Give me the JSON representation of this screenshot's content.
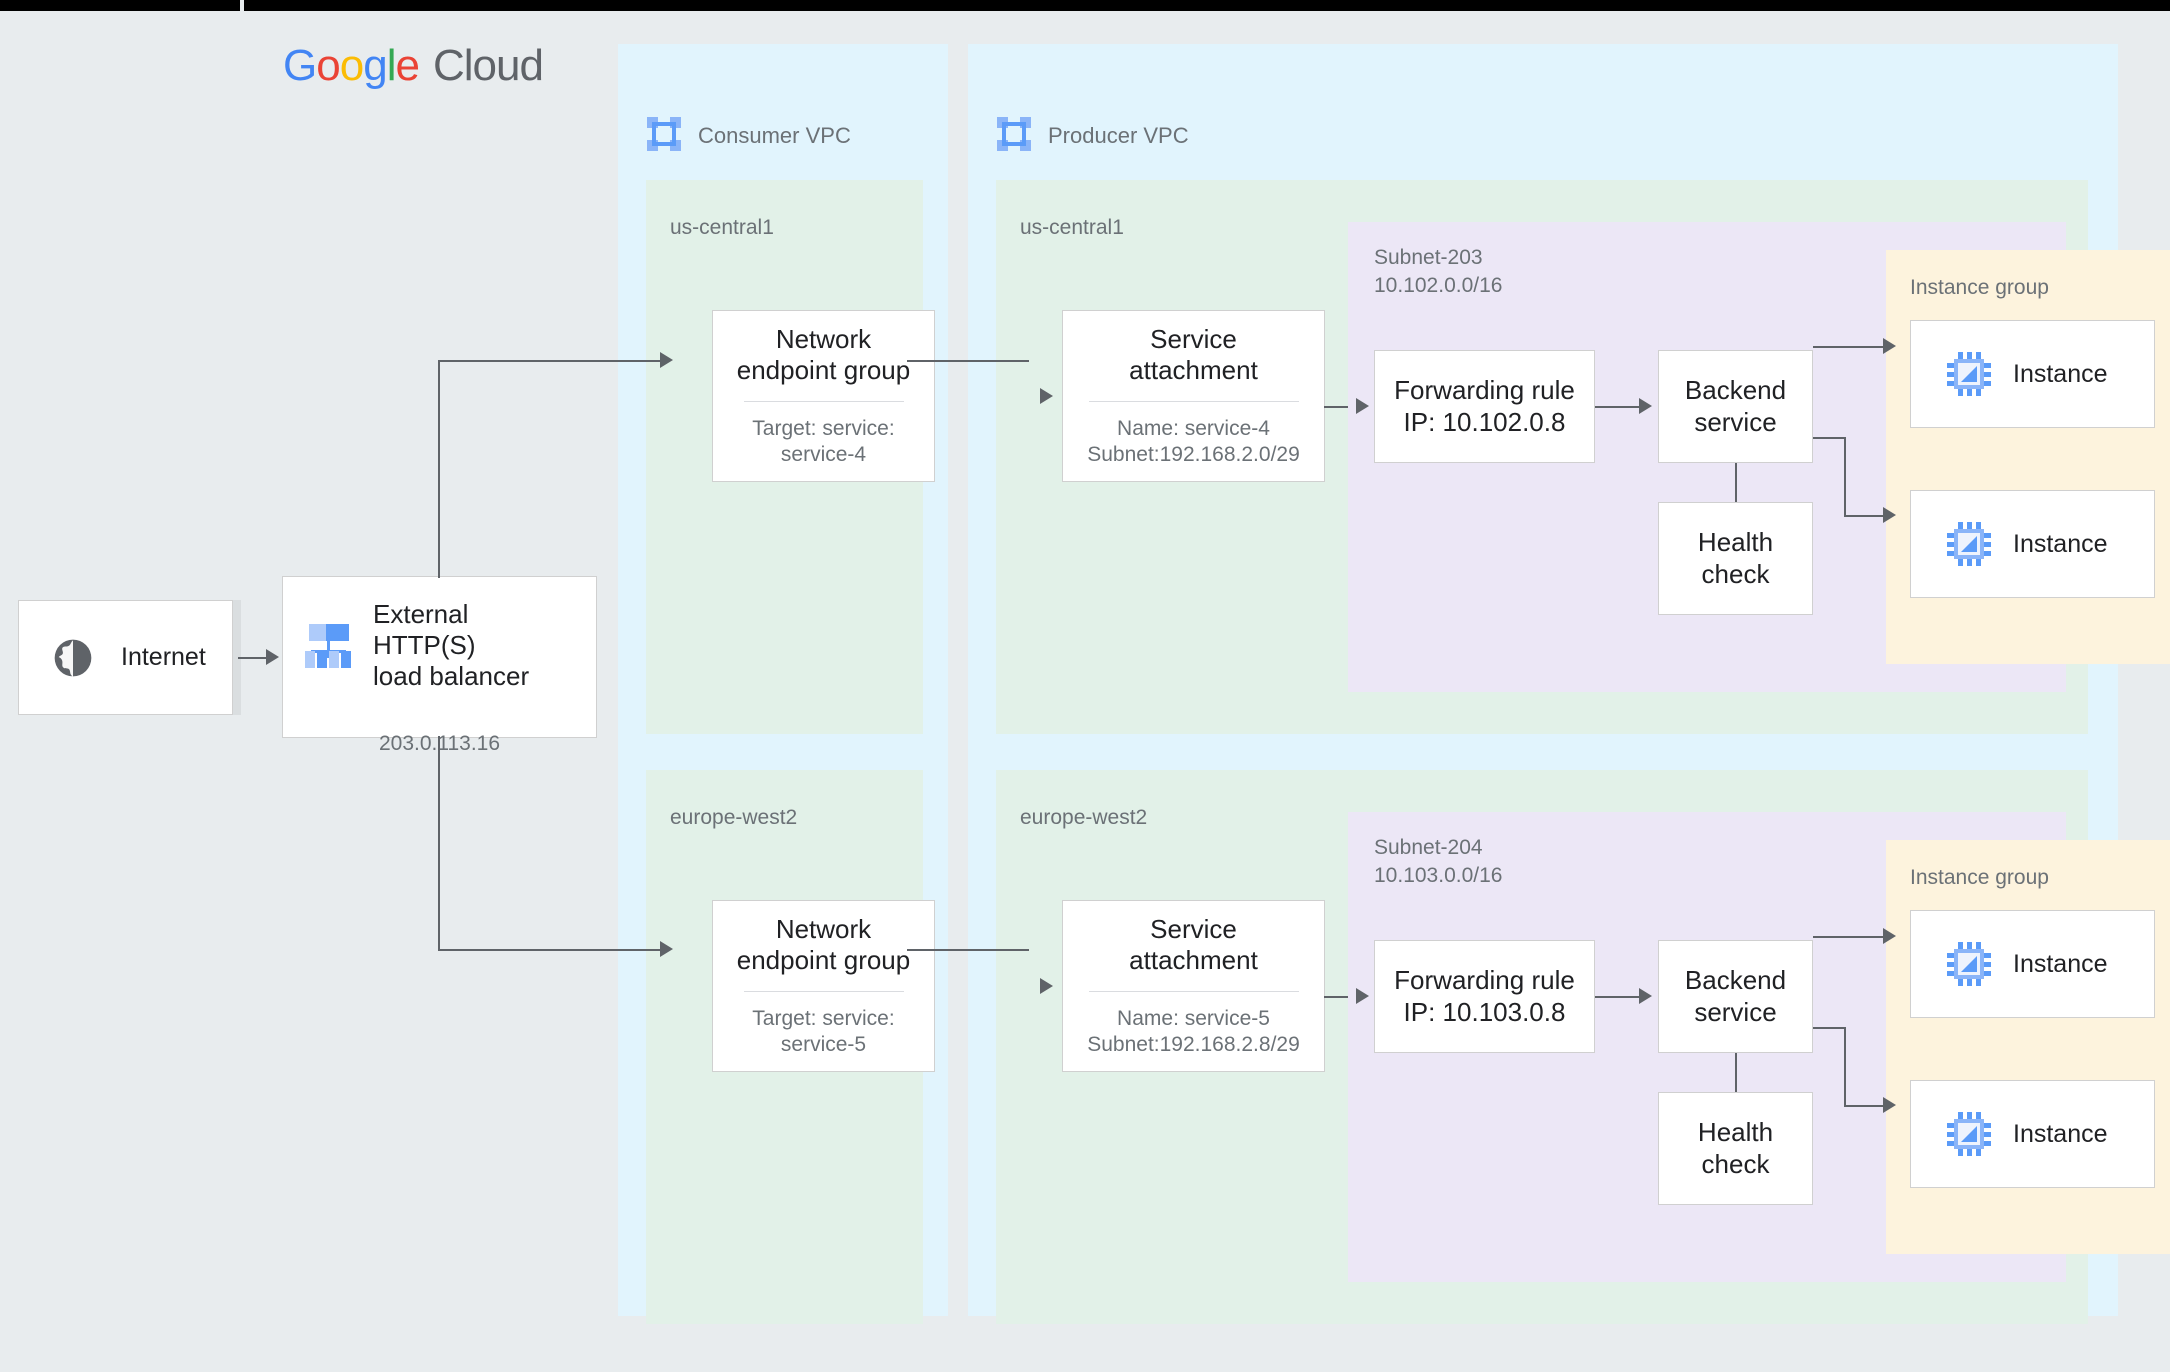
{
  "brand": {
    "g1": "G",
    "g2": "o",
    "g3": "o",
    "g4": "g",
    "g5": "l",
    "g6": "e",
    "word": "Cloud"
  },
  "internet": {
    "label": "Internet",
    "icon": "globe-icon"
  },
  "load_balancer": {
    "title_l1": "External HTTP(S)",
    "title_l2": "load balancer",
    "ip": "203.0.113.16",
    "icon": "load-balancer-icon"
  },
  "consumer_vpc": {
    "label": "Consumer VPC",
    "icon": "vpc-icon",
    "regions": [
      {
        "name": "us-central1",
        "neg": {
          "title_l1": "Network",
          "title_l2": "endpoint group",
          "sub_l1": "Target: service:",
          "sub_l2": "service-4"
        }
      },
      {
        "name": "europe-west2",
        "neg": {
          "title_l1": "Network",
          "title_l2": "endpoint group",
          "sub_l1": "Target: service:",
          "sub_l2": "service-5"
        }
      }
    ]
  },
  "producer_vpc": {
    "label": "Producer VPC",
    "icon": "vpc-icon",
    "regions": [
      {
        "name": "us-central1",
        "service_attachment": {
          "title_l1": "Service",
          "title_l2": "attachment",
          "sub_l1": "Name: service-4",
          "sub_l2": "Subnet:192.168.2.0/29"
        },
        "subnet": {
          "name": "Subnet-203",
          "cidr": "10.102.0.0/16",
          "forwarding_rule": {
            "line1": "Forwarding rule",
            "line2": "IP: 10.102.0.8"
          },
          "backend_service": {
            "line1": "Backend",
            "line2": "service"
          },
          "health_check": {
            "line1": "Health",
            "line2": "check"
          },
          "instance_group": {
            "label": "Instance group",
            "instances": [
              {
                "label": "Instance",
                "icon": "instance-chip-icon"
              },
              {
                "label": "Instance",
                "icon": "instance-chip-icon"
              }
            ]
          }
        }
      },
      {
        "name": "europe-west2",
        "service_attachment": {
          "title_l1": "Service",
          "title_l2": "attachment",
          "sub_l1": "Name: service-5",
          "sub_l2": "Subnet:192.168.2.8/29"
        },
        "subnet": {
          "name": "Subnet-204",
          "cidr": "10.103.0.0/16",
          "forwarding_rule": {
            "line1": "Forwarding rule",
            "line2": "IP: 10.103.0.8"
          },
          "backend_service": {
            "line1": "Backend",
            "line2": "service"
          },
          "health_check": {
            "line1": "Health",
            "line2": "check"
          },
          "instance_group": {
            "label": "Instance group",
            "instances": [
              {
                "label": "Instance",
                "icon": "instance-chip-icon"
              },
              {
                "label": "Instance",
                "icon": "instance-chip-icon"
              }
            ]
          }
        }
      }
    ]
  },
  "colors": {
    "page_bg": "#e8ecee",
    "vpc_bg": "#e1f4fd",
    "region_bg": "#e2f1e8",
    "subnet_bg": "#ece7f6",
    "instance_group_bg": "#fdf3dd",
    "card_bg": "#ffffff",
    "connector": "#5f6368",
    "accent_blue": "#5b9bf8",
    "muted_text": "#6b7176"
  }
}
